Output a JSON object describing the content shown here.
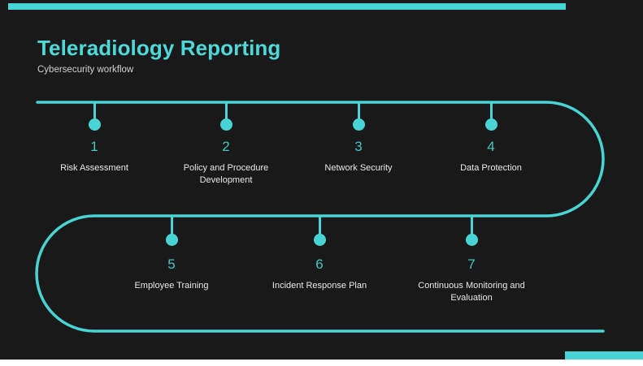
{
  "slide": {
    "background_color": "#191919",
    "accent_color": "#48D4D4",
    "title": "Teleradiology Reporting",
    "subtitle": "Cybersecurity workflow",
    "title_color": "#4FD8D8",
    "subtitle_color": "#D2D2D2"
  },
  "timeline": {
    "steps": [
      {
        "number": "1",
        "label": "Risk Assessment"
      },
      {
        "number": "2",
        "label": "Policy and Procedure Development"
      },
      {
        "number": "3",
        "label": "Network Security"
      },
      {
        "number": "4",
        "label": "Data Protection"
      },
      {
        "number": "5",
        "label": "Employee Training"
      },
      {
        "number": "6",
        "label": "Incident Response Plan"
      },
      {
        "number": "7",
        "label": "Continuous Monitoring and Evaluation"
      }
    ]
  }
}
